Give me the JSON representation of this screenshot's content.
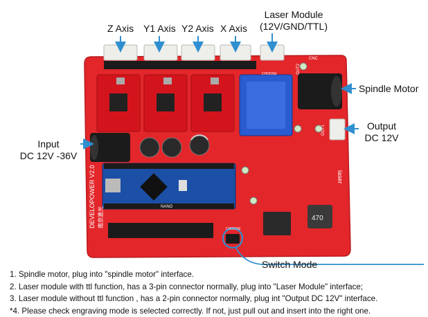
{
  "labels": {
    "z_axis": "Z Axis",
    "y1_axis": "Y1 Axis",
    "y2_axis": "Y2 Axis",
    "x_axis": "X Axis",
    "laser_module_line1": "Laser Module",
    "laser_module_line2": "(12V/GND/TTL)",
    "spindle_motor": "Spindle Motor",
    "output_line1": "Output",
    "output_line2": "DC 12V",
    "input_line1": "Input",
    "input_line2": "DC 12V -36V",
    "switch_mode": "Switch Mode"
  },
  "board_text": {
    "silkscreen_version": "DEVELOPOWER V2.0",
    "chinese_mark": "南京激光",
    "nano_label": "NANO",
    "inductor_value": "470",
    "laser_side": "laser",
    "choose_top": "CHOOSE",
    "choose_bottom": "CHOOSE",
    "out2": "OUT2",
    "out1": "OUT1",
    "cnc": "CNC"
  },
  "notes": [
    "1. Spindle motor, plug into \"spindle motor\" interface.",
    "2. Laser module with ttl function, has a 3-pin connector normally, plug into \"Laser Module\" interface;",
    "3. Laser module without ttl function , has a 2-pin connector normally, plug int \"Output DC 12V\" interface.",
    "*4. Please check engraving mode is selected correctly. If not, just pull out and insert into the right one."
  ],
  "colors": {
    "pcb_red": "#e3262a",
    "driver_red": "#d4141d",
    "arrow_blue": "#2f8fd0",
    "nano_blue": "#1c4fa6",
    "header_black": "#1b1b1b",
    "connector_white": "#eeeeea"
  }
}
